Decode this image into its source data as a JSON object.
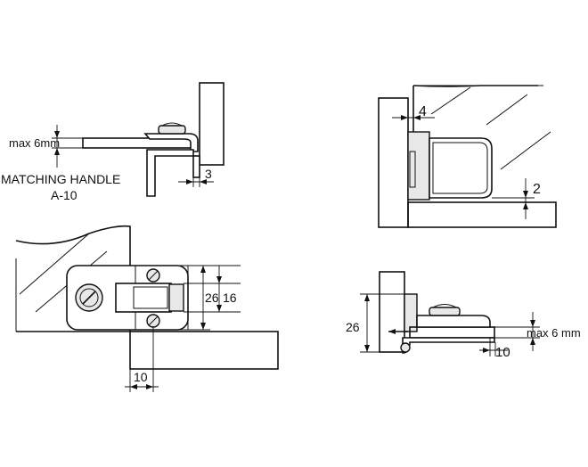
{
  "labels": {
    "max_thickness_left": "max 6mm",
    "matching_handle_line1": "MATCHING HANDLE",
    "matching_handle_line2": "A-10",
    "dim_gap_3": "3",
    "dim_gap_4": "4",
    "dim_gap_2": "2",
    "dim_height_26_front": "26",
    "dim_height_16_front": "16",
    "dim_width_10_front": "10",
    "dim_height_26_side": "26",
    "max_thickness_right": "max 6 mm",
    "dim_width_10_side": "10"
  }
}
